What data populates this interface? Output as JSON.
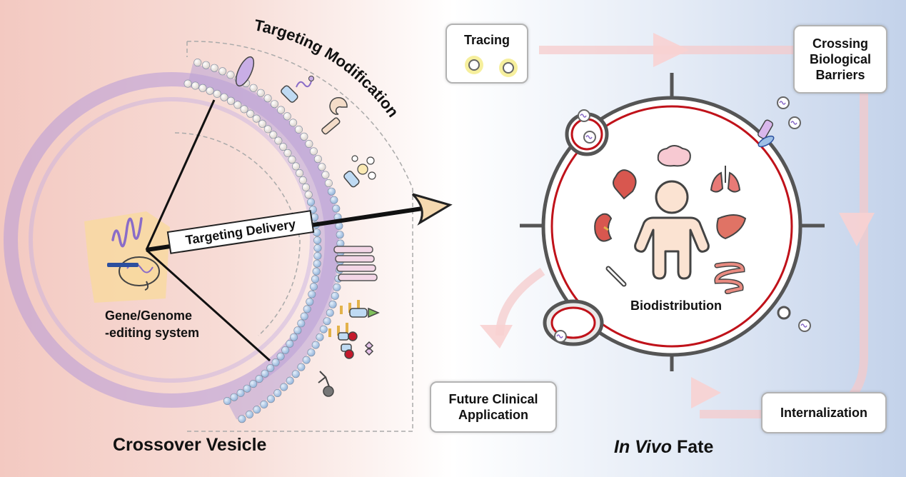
{
  "left_panel": {
    "title": "Crossover Vesicle",
    "arc_label": "Targeting Modification",
    "arrow_label": "Targeting Delivery",
    "cargo_label_line1": "Gene/Genome",
    "cargo_label_line2": "-editing system"
  },
  "right_panel": {
    "title_italic": "In Vivo",
    "title_rest": " Fate",
    "center_label": "Biodistribution",
    "boxes": {
      "tracing": "Tracing",
      "crossing_line1": "Crossing",
      "crossing_line2": "Biological",
      "crossing_line3": "Barriers",
      "future_line1": "Future Clinical",
      "future_line2": "Application",
      "internalization": "Internalization"
    }
  },
  "colors": {
    "vesicle_ring": "#b79bd9",
    "membrane_head_light": "#f2ede8",
    "membrane_head_blue": "#a7c3e6",
    "cell_outline": "#555555",
    "cell_inner_red": "#c0121a",
    "arrowhead": "#f5d9b0",
    "box_border": "#b3b3b3"
  }
}
